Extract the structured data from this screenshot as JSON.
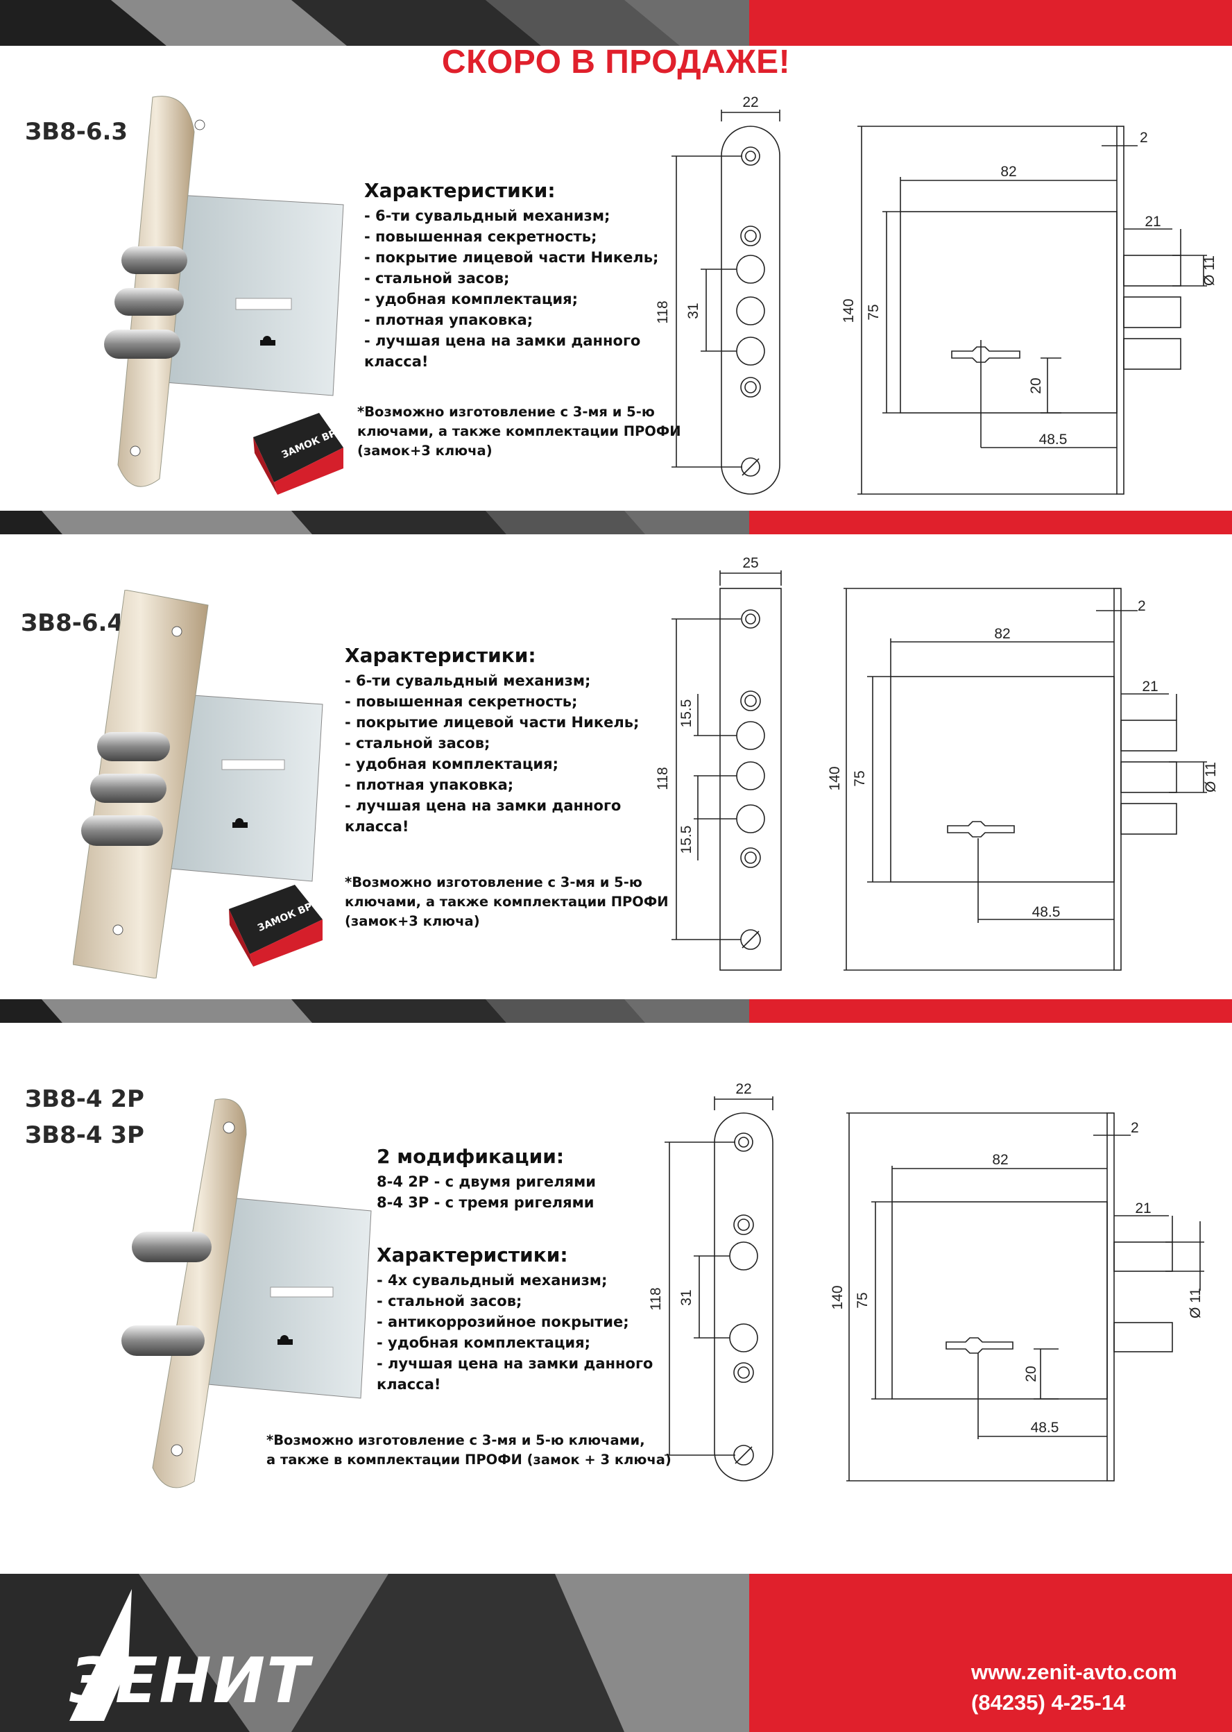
{
  "headline": "СКОРО В ПРОДАЖЕ!",
  "colors": {
    "red": "#e0202c",
    "dark": "#2b2b2b",
    "mid": "#555555",
    "light": "#7a7a7a"
  },
  "products": [
    {
      "model": "ЗВ8-6.3",
      "heading": "Характеристики:",
      "features": [
        "- 6-ти сувальдный механизм;",
        "- повышенная секретность;",
        "- покрытие лицевой части Никель;",
        "- стальной засов;",
        "- удобная комплектация;",
        "- плотная упаковка;",
        "- лучшая цена на замки данного",
        "класса!"
      ],
      "note": [
        "*Возможно изготовление с 3-мя и 5-ю",
        "ключами, а также комплектации ПРОФИ",
        "(замок+3 ключа)"
      ],
      "dims": {
        "width": "22",
        "height": "118",
        "spacing": "31",
        "total": "140",
        "body": "75",
        "depth": "82",
        "plate": "2",
        "bolt": "21",
        "dia": "Ø 11",
        "key": "20",
        "backset": "48.5"
      }
    },
    {
      "model": "ЗВ8-6.4",
      "heading": "Характеристики:",
      "features": [
        "- 6-ти сувальдный механизм;",
        "- повышенная секретность;",
        "- покрытие лицевой части Никель;",
        "- стальной засов;",
        "- удобная комплектация;",
        "- плотная упаковка;",
        "- лучшая цена на замки данного",
        "класса!"
      ],
      "note": [
        "*Возможно изготовление с 3-мя и 5-ю",
        "ключами, а также комплектации ПРОФИ",
        "(замок+3 ключа)"
      ],
      "dims": {
        "width": "25",
        "height": "118",
        "spacing_a": "15.5",
        "spacing_b": "15.5",
        "total": "140",
        "body": "75",
        "depth": "82",
        "plate": "2",
        "bolt": "21",
        "dia": "Ø 11",
        "backset": "48.5"
      }
    },
    {
      "model_line1": "ЗВ8-4 2Р",
      "model_line2": "ЗВ8-4 3Р",
      "mods_heading": "2 модификации:",
      "mods": [
        "8-4 2Р - с двумя ригелями",
        "8-4 3Р - с тремя ригелями"
      ],
      "heading": "Характеристики:",
      "features": [
        "- 4х сувальдный механизм;",
        "- стальной засов;",
        "- антикоррозийное покрытие;",
        "- удобная комплектация;",
        "- лучшая цена на замки данного",
        "класса!"
      ],
      "note": [
        "*Возможно изготовление с 3-мя и 5-ю ключами,",
        "а также в комплектации ПРОФИ (замок + 3 ключа)"
      ],
      "dims": {
        "width": "22",
        "height": "118",
        "spacing": "31",
        "total": "140",
        "body": "75",
        "depth": "82",
        "plate": "2",
        "bolt": "21",
        "dia": "Ø 11",
        "key": "20",
        "backset": "48.5"
      }
    }
  ],
  "box_label": "ЗАМОК ВРЕЗНОЙ",
  "brand": "ЗЕНИТ",
  "website": "www.zenit-avto.com",
  "phone": "(84235) 4-25-14"
}
